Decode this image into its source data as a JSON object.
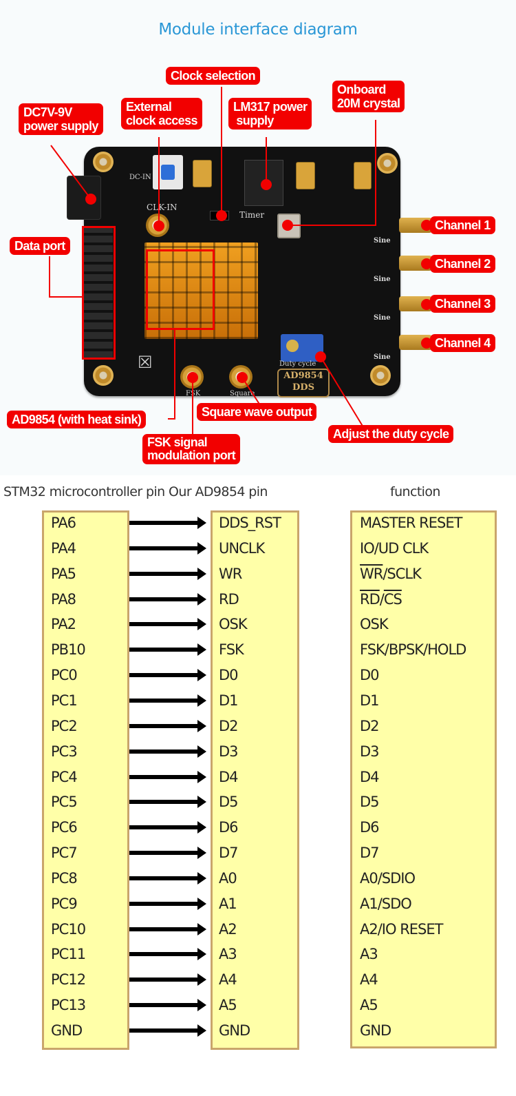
{
  "title": "Module interface diagram",
  "board": {
    "silkscreen": {
      "clk_in": "CLK-IN",
      "timer": "Timer",
      "duty_cycle": "Duty cycle",
      "fsk": "FSK",
      "square": "Square",
      "sine": "Sine",
      "dc_in": "DC-IN",
      "badge_line1": "AD9854",
      "badge_line2": "DDS"
    },
    "callouts": {
      "dc_power": [
        "DC7V-9V",
        "power supply"
      ],
      "external_clock": [
        "External",
        "clock access"
      ],
      "clock_selection": "Clock selection",
      "lm317": [
        "LM317 power",
        " supply"
      ],
      "crystal": [
        "Onboard",
        "20M crystal"
      ],
      "data_port": "Data port",
      "channel_1": "Channel 1",
      "channel_2": "Channel 2",
      "channel_3": "Channel 3",
      "channel_4": "Channel 4",
      "ad9854": "AD9854 (with heat sink)",
      "square_out": "Square wave output",
      "fsk_port": [
        "FSK signal",
        "modulation port"
      ],
      "duty_adjust": "Adjust the duty cycle"
    }
  },
  "pin_table": {
    "headers": {
      "stm32_and_ad9854": "STM32 microcontroller pin Our AD9854 pin",
      "function": "function"
    },
    "rows": [
      {
        "stm32": "PA6",
        "ad9854": "DDS_RST",
        "function": "MASTER RESET"
      },
      {
        "stm32": "PA4",
        "ad9854": "UNCLK",
        "function": "IO/UD CLK"
      },
      {
        "stm32": "PA5",
        "ad9854": "WR",
        "function": "WR/SCLK"
      },
      {
        "stm32": "PA8",
        "ad9854": "RD",
        "function": "RD/CS"
      },
      {
        "stm32": "PA2",
        "ad9854": "OSK",
        "function": "OSK"
      },
      {
        "stm32": "PB10",
        "ad9854": "FSK",
        "function": "FSK/BPSK/HOLD"
      },
      {
        "stm32": "PC0",
        "ad9854": "D0",
        "function": "D0"
      },
      {
        "stm32": "PC1",
        "ad9854": "D1",
        "function": "D1"
      },
      {
        "stm32": "PC2",
        "ad9854": "D2",
        "function": "D2"
      },
      {
        "stm32": "PC3",
        "ad9854": "D3",
        "function": "D3"
      },
      {
        "stm32": "PC4",
        "ad9854": "D4",
        "function": "D4"
      },
      {
        "stm32": "PC5",
        "ad9854": "D5",
        "function": "D5"
      },
      {
        "stm32": "PC6",
        "ad9854": "D6",
        "function": "D6"
      },
      {
        "stm32": "PC7",
        "ad9854": "D7",
        "function": "D7"
      },
      {
        "stm32": "PC8",
        "ad9854": "A0",
        "function": "A0/SDIO"
      },
      {
        "stm32": "PC9",
        "ad9854": "A1",
        "function": "A1/SDO"
      },
      {
        "stm32": "PC10",
        "ad9854": "A2",
        "function": "A2/IO RESET"
      },
      {
        "stm32": "PC11",
        "ad9854": "A3",
        "function": "A3"
      },
      {
        "stm32": "PC12",
        "ad9854": "A4",
        "function": "A4"
      },
      {
        "stm32": "PC13",
        "ad9854": "A5",
        "function": "A5"
      },
      {
        "stm32": "GND",
        "ad9854": "GND",
        "function": "GND"
      }
    ],
    "overlined_functions": {
      "2": [
        {
          "text": "WR",
          "overline": true
        },
        {
          "text": "/SCLK",
          "overline": false
        }
      ],
      "3": [
        {
          "text": "RD",
          "overline": true
        },
        {
          "text": "/",
          "overline": false
        },
        {
          "text": "CS",
          "overline": true
        }
      ]
    }
  },
  "colors": {
    "title": "#2a97d6",
    "callout": "#f20000",
    "box_fill": "#ffffa8",
    "box_border": "#c9a56b"
  }
}
